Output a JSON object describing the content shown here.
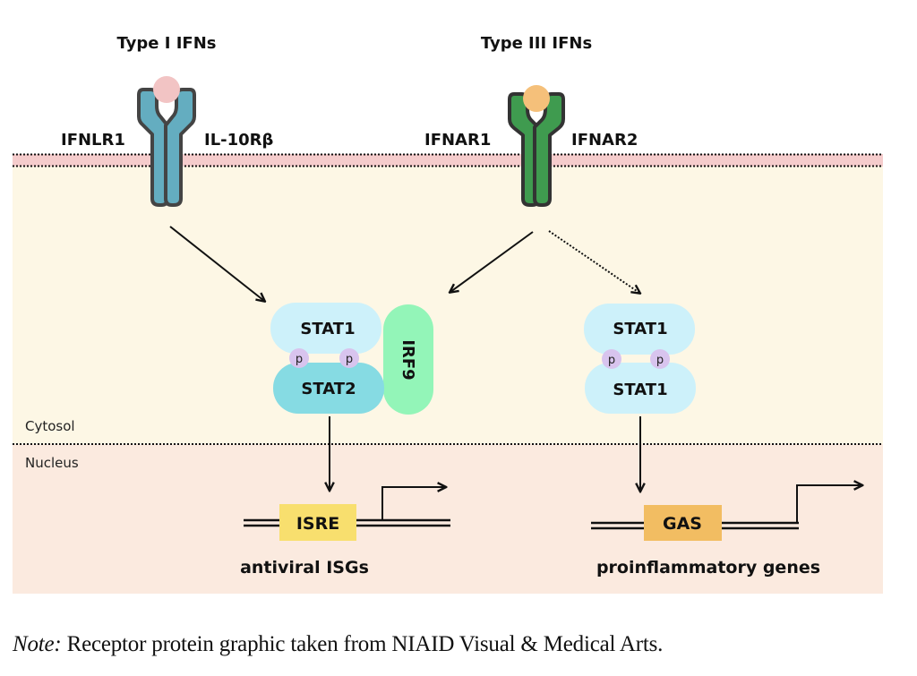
{
  "ligands": {
    "type1": {
      "title": "Type I IFNs",
      "color": "#f2c4c4"
    },
    "type3": {
      "title": "Type III IFNs",
      "color": "#f5c07a"
    }
  },
  "receptors": {
    "left": {
      "chain_left": "IFNLR1",
      "chain_right": "IL-10Rβ",
      "color": "#64adc0"
    },
    "right": {
      "chain_left": "IFNAR1",
      "chain_right": "IFNAR2",
      "color": "#3f9b4f"
    }
  },
  "compartments": {
    "membrane_color": "#f5cccc",
    "cytosol": {
      "label": "Cytosol",
      "color": "#fdf7e5"
    },
    "nucleus": {
      "label": "Nucleus",
      "color": "#fbeadf"
    }
  },
  "complexes": {
    "isgf3": {
      "top": "STAT1",
      "bottom": "STAT2",
      "side": "IRF9",
      "phospho": "p",
      "colors": {
        "stat1": "#cdf1fa",
        "stat2": "#86dbe3",
        "irf9": "#93f5b8",
        "phospho": "#d8c4ee"
      }
    },
    "gaf": {
      "top": "STAT1",
      "bottom": "STAT1",
      "phospho": "p",
      "colors": {
        "stat1": "#cdf1fa",
        "phospho": "#d8c4ee"
      }
    }
  },
  "elements": {
    "isre": {
      "label": "ISRE",
      "color": "#f8df6e",
      "genes": "antiviral ISGs"
    },
    "gas": {
      "label": "GAS",
      "color": "#f2bd62",
      "genes": "proinflammatory genes"
    }
  },
  "arrows": [
    {
      "from": "IFNLR1/IL-10Rβ receptor",
      "to": "STAT1-STAT2-IRF9",
      "style": "solid"
    },
    {
      "from": "IFNAR1/IFNAR2 receptor",
      "to": "STAT1-STAT2-IRF9",
      "style": "solid"
    },
    {
      "from": "IFNAR1/IFNAR2 receptor",
      "to": "STAT1-STAT1",
      "style": "dotted"
    },
    {
      "from": "STAT1-STAT2-IRF9",
      "to": "ISRE",
      "style": "solid"
    },
    {
      "from": "STAT1-STAT1",
      "to": "GAS",
      "style": "solid"
    }
  ],
  "note": {
    "prefix": "Note:",
    "text": " Receptor protein graphic taken from NIAID Visual & Medical Arts."
  }
}
